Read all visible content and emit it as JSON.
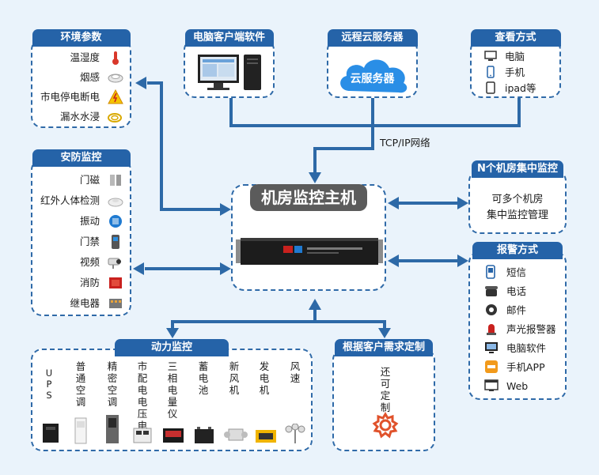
{
  "env": {
    "title": "环境参数",
    "items": [
      "温湿度",
      "烟感",
      "市电停电断电",
      "漏水水浸"
    ]
  },
  "pc_client": {
    "title": "电脑客户端软件"
  },
  "cloud": {
    "title": "远程云服务器",
    "label": "云服务器"
  },
  "view": {
    "title": "查看方式",
    "items": [
      "电脑",
      "手机",
      "ipad等"
    ]
  },
  "network_label": "TCP/IP网络",
  "security": {
    "title": "安防监控",
    "items": [
      "门磁",
      "红外人体检测",
      "振动",
      "门禁",
      "视频",
      "消防",
      "继电器"
    ]
  },
  "host": {
    "title": "机房监控主机"
  },
  "multi": {
    "title": "N个机房集中监控",
    "text1": "可多个机房",
    "text2": "集中监控管理"
  },
  "alarm": {
    "title": "报警方式",
    "items": [
      "短信",
      "电话",
      "邮件",
      "声光报警器",
      "电脑软件",
      "手机APP",
      "Web"
    ]
  },
  "power": {
    "title": "动力监控",
    "items": [
      "UPS",
      "普通空调",
      "精密空调",
      "市配电电压电流",
      "三相电量仪",
      "蓄电池",
      "新风机",
      "发电机",
      "风速"
    ]
  },
  "custom": {
    "title": "根据客户需求定制",
    "text": "还可定制"
  },
  "colors": {
    "accent": "#2563a8",
    "wire": "#2d69a7",
    "background": "#eaf3fb"
  }
}
